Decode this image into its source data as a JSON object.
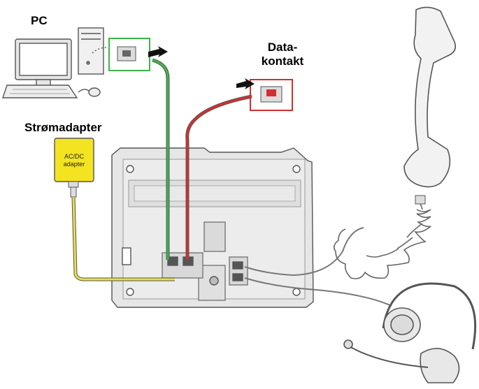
{
  "labels": {
    "pc": "PC",
    "data_line1": "Data-",
    "data_line2": "kontakt",
    "power": "Strømadapter",
    "adapter_line1": "AC/DC",
    "adapter_line2": "adapter"
  },
  "colors": {
    "pc_cable": "#3cb54a",
    "data_cable": "#d32f2f",
    "power_cable": "#e8e04a",
    "adapter_body": "#f3e321",
    "outline": "#555555",
    "phone_body": "#e6e6e6",
    "handset": "#f2f2f2"
  },
  "icons": [
    "computer-icon",
    "wall-jack-icon",
    "phone-base-icon",
    "handset-icon",
    "headset-icon",
    "power-adapter-icon",
    "insert-arrow-icon"
  ]
}
